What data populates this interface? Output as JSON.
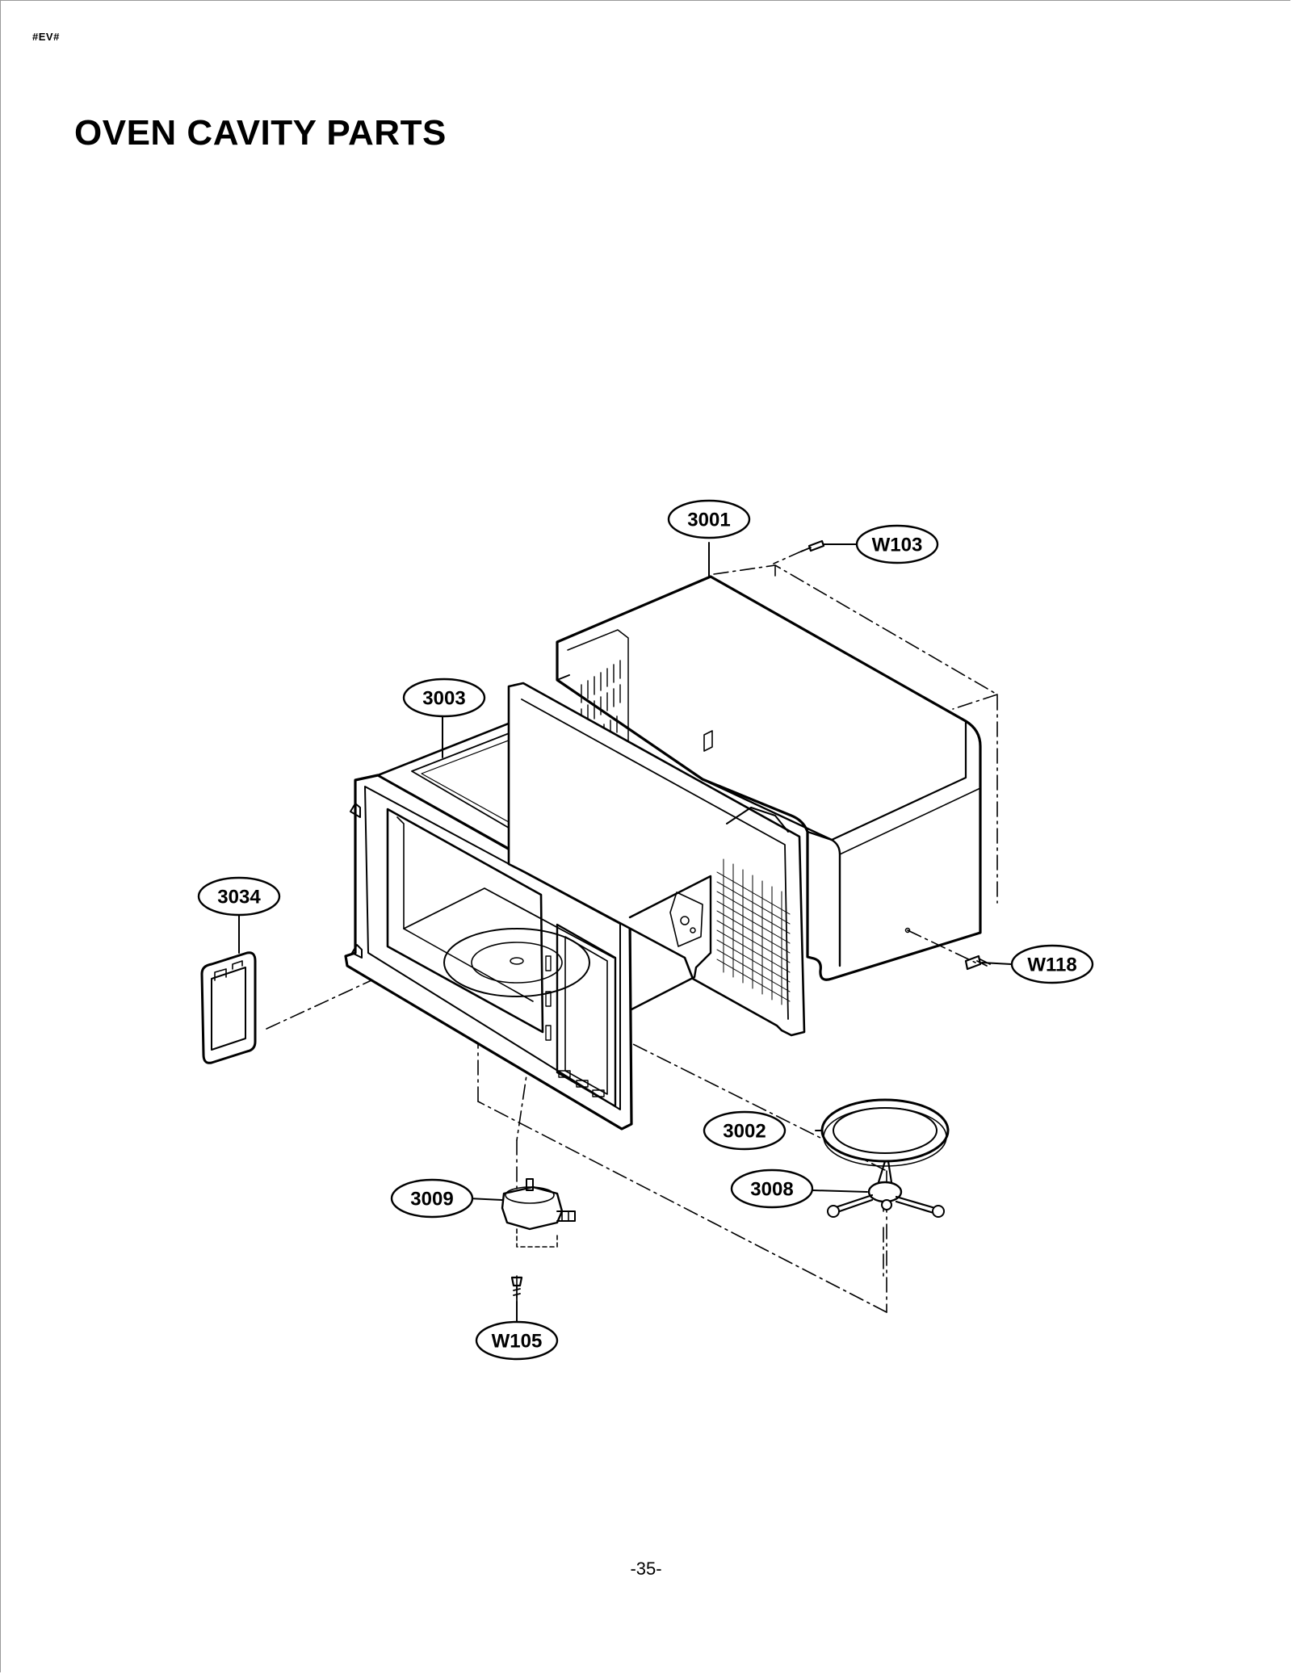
{
  "header": {
    "doc_code": "#EV#"
  },
  "page": {
    "title": "OVEN CAVITY PARTS",
    "number": "-35-"
  },
  "callouts": {
    "c3001": "3001",
    "w103": "W103",
    "c3003": "3003",
    "c3034": "3034",
    "w118": "W118",
    "c3002": "3002",
    "c3008": "3008",
    "c3009": "3009",
    "w105": "W105"
  }
}
